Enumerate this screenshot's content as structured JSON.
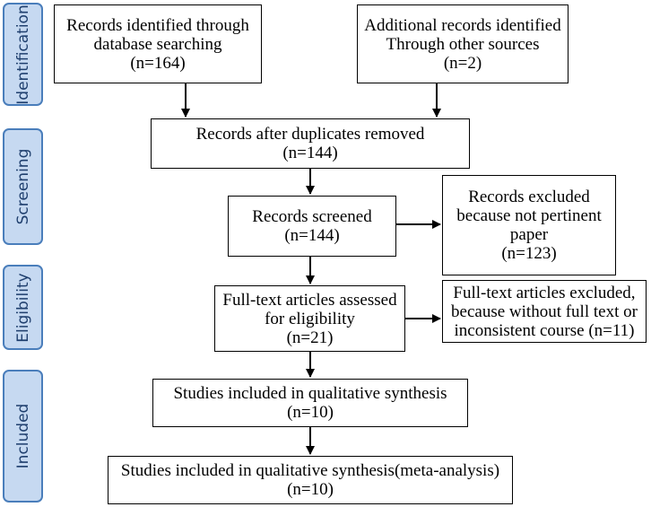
{
  "phases": {
    "identification": "Identification",
    "screening": "Screening",
    "eligibility": "Eligibility",
    "included": "Included"
  },
  "boxes": {
    "database": [
      "Records identified through",
      "database searching",
      "(n=164)"
    ],
    "other_sources": [
      "Additional records identified",
      "Through other sources",
      "(n=2)"
    ],
    "duplicates_removed": [
      "Records after duplicates removed",
      "(n=144)"
    ],
    "screened": [
      "Records screened",
      "(n=144)"
    ],
    "excluded_screening": [
      "Records excluded",
      "because not pertinent",
      "paper",
      "(n=123)"
    ],
    "fulltext_assessed": [
      "Full-text articles assessed",
      "for eligibility",
      "(n=21)"
    ],
    "fulltext_excluded": [
      "Full-text articles excluded,",
      "because without full text or",
      "inconsistent course (n=11)"
    ],
    "qualitative": [
      "Studies included in qualitative synthesis",
      "(n=10)"
    ],
    "meta_analysis": [
      "Studies included in qualitative synthesis(meta-analysis)",
      "(n=10)"
    ]
  },
  "colors": {
    "phase_fill": "#c6d9f1",
    "phase_border": "#4a7ebb",
    "box_border": "#000000"
  }
}
